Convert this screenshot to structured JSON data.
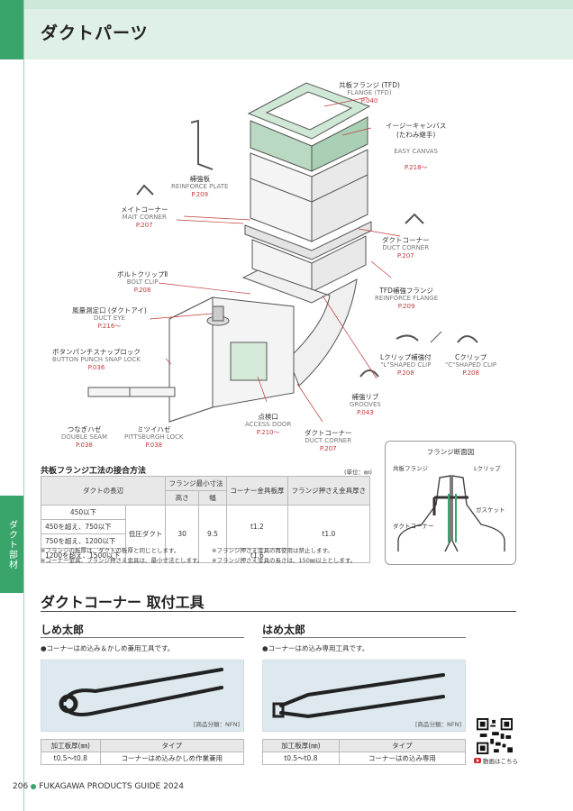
{
  "page": {
    "title": "ダクトパーツ",
    "side_tab": "ダクト部材",
    "footer_page": "206",
    "footer_text": "FUKAGAWA PRODUCTS GUIDE 2024"
  },
  "diagram": {
    "callouts": [
      {
        "id": "tfd-flange",
        "jp": "共板フランジ (TFD)",
        "en": "FLANGE (TFD)",
        "pg": "P.040"
      },
      {
        "id": "easy-canvas",
        "jp": "イージーキャンバス\n(たわみ継手)",
        "en": "EASY CANVAS",
        "pg": "P.218〜"
      },
      {
        "id": "reinforce-plate",
        "jp": "補強板",
        "en": "REINFORCE PLATE",
        "pg": "P.209"
      },
      {
        "id": "mait-corner",
        "jp": "メイトコーナー",
        "en": "MAIT CORNER",
        "pg": "P.207"
      },
      {
        "id": "duct-corner-top",
        "jp": "ダクトコーナー",
        "en": "DUCT CORNER",
        "pg": "P.207"
      },
      {
        "id": "reinforce-flange",
        "jp": "TFD補強フランジ",
        "en": "REINFORCE FLANGE",
        "pg": "P.209"
      },
      {
        "id": "bolt-clip",
        "jp": "ボルトクリップⅡ",
        "en": "BOLT CLIP",
        "pg": "P.208"
      },
      {
        "id": "duct-eye",
        "jp": "風量測定口 (ダクトアイ)",
        "en": "DUCT EYE",
        "pg": "P.216〜"
      },
      {
        "id": "snap-lock",
        "jp": "ボタンパンチスナップロック",
        "en": "BUTTON PUNCH SNAP LOCK",
        "pg": "P.036"
      },
      {
        "id": "l-clip",
        "jp": "Lクリップ補強付",
        "en": "\"L\"SHAPED CLIP",
        "pg": "P.208"
      },
      {
        "id": "c-clip",
        "jp": "Cクリップ",
        "en": "\"C\"SHAPED CLIP",
        "pg": "P.208"
      },
      {
        "id": "grooves",
        "jp": "補強リブ",
        "en": "GROOVES",
        "pg": "P.043"
      },
      {
        "id": "access-door",
        "jp": "点検口",
        "en": "ACCESS DOOR",
        "pg": "P.210〜"
      },
      {
        "id": "duct-corner-bottom",
        "jp": "ダクトコーナー",
        "en": "DUCT CORNER",
        "pg": "P.207"
      },
      {
        "id": "double-seam",
        "jp": "つなぎハゼ",
        "en": "DOUBLE SEAM",
        "pg": "P.038"
      },
      {
        "id": "pittsburgh-lock",
        "jp": "ミツイハゼ",
        "en": "PITTSBURGH LOCK",
        "pg": "P.038"
      }
    ]
  },
  "spec_table": {
    "caption": "共板フランジ工法の接合方法",
    "unit": "(単位：㎜)",
    "headers": {
      "length": "ダクトの長辺",
      "flange_min": "フランジ最小寸法",
      "height": "高さ",
      "width": "幅",
      "corner_thickness": "コーナー金具板厚",
      "clip_thickness": "フランジ押さえ金具厚さ"
    },
    "rows": [
      {
        "length": "450以下"
      },
      {
        "length": "450を超え、750以下"
      },
      {
        "length": "750を超え、1200以下"
      },
      {
        "length": "1200を超え、1500以下"
      }
    ],
    "pressure": "低圧ダクト",
    "height_value": "30",
    "width_value": "9.5",
    "corner_a": "t1.2",
    "corner_b": "t1.6",
    "clip_value": "t1.0",
    "notes": [
      "※フランジの板厚は、ダクトの板厚と同じとします。",
      "※フランジ押さえ金具の再使用は禁止します。",
      "※コーナー金具、フランジ押さえ金具は、最小寸法とします。",
      "※フランジ押さえ金具の長さは、150㎜以上とします。"
    ]
  },
  "section_box": {
    "title": "フランジ断面図",
    "labels": {
      "flange": "共板フランジ",
      "l_clip": "Lクリップ",
      "gasket": "ガスケット",
      "corner": "ダクトコーナー"
    }
  },
  "tools": {
    "heading": "ダクトコーナー 取付工具",
    "items": [
      {
        "name": "しめ太郎",
        "desc": "●コーナーはめ込み＆かしめ兼用工具です。",
        "category": "[商品分類：NFN]",
        "th_thickness": "加工板厚(㎜)",
        "th_type": "タイプ",
        "thickness": "t0.5〜t0.8",
        "type": "コーナーはめ込みかしめ作業兼用"
      },
      {
        "name": "はめ太郎",
        "desc": "●コーナーはめ込み専用工具です。",
        "category": "[商品分類：NFN]",
        "th_thickness": "加工板厚(㎜)",
        "th_type": "タイプ",
        "thickness": "t0.5〜t0.8",
        "type": "コーナーはめ込み専用"
      }
    ],
    "video_label": "動画はこちら"
  },
  "colors": {
    "brand_green": "#3aa56b",
    "header_tint": "#dff0e6",
    "page_ref_red": "#c23a3a"
  }
}
